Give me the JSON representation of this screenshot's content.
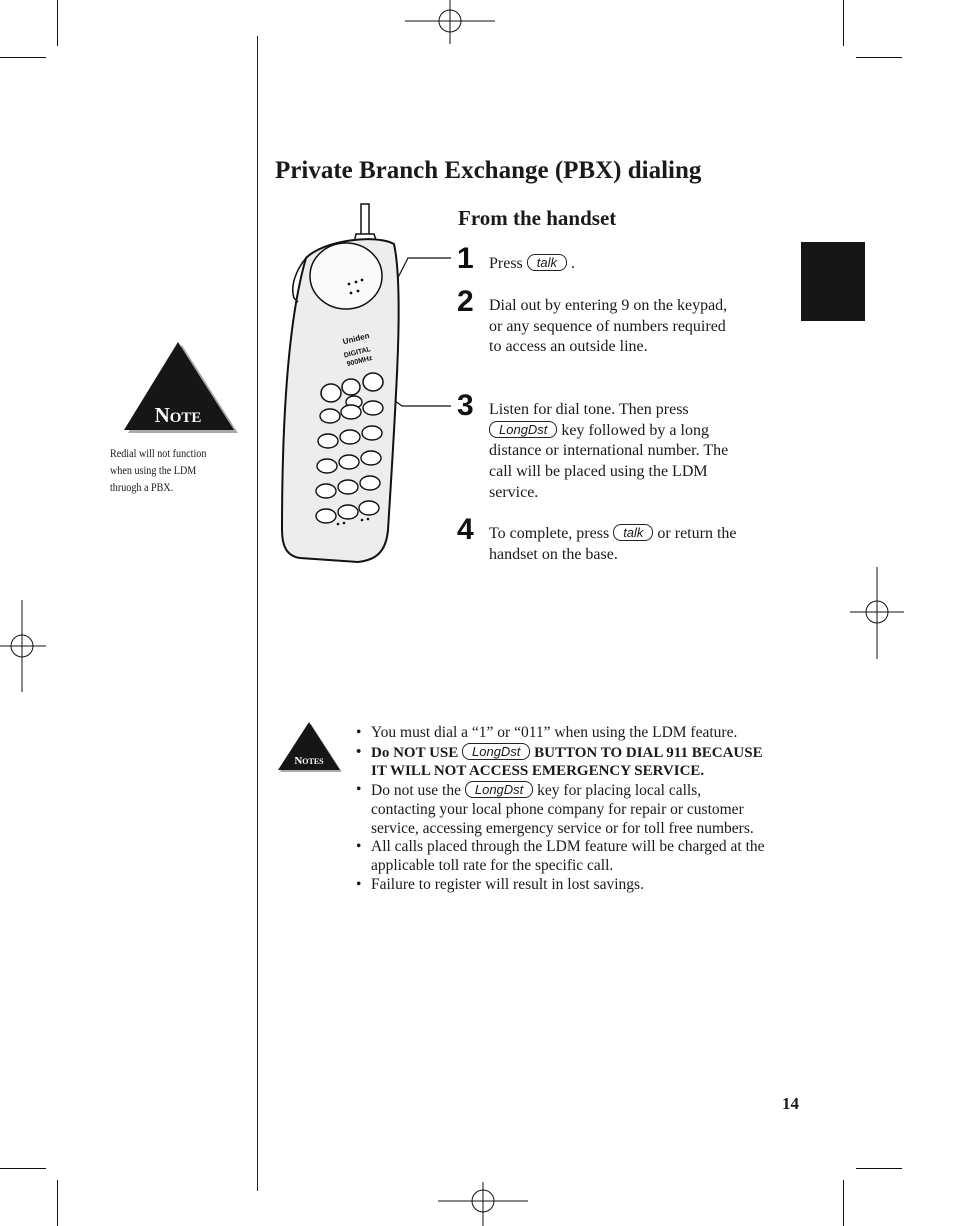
{
  "page": {
    "title": "Private Branch Exchange (PBX) dialing",
    "subtitle": "From the handset",
    "page_number": "14"
  },
  "side_note": {
    "badge_label": "Note",
    "text": "Redial will not function when using the LDM thruogh a PBX."
  },
  "handset_illustration": {
    "brand": "Uniden",
    "line1": "DIGITAL",
    "line2": "900MHz"
  },
  "steps": [
    {
      "number": "1",
      "before": "Press",
      "key": "talk",
      "after": "."
    },
    {
      "number": "2",
      "text": "Dial out by entering 9 on the keypad, or any sequence of numbers required to access an outside line."
    },
    {
      "number": "3",
      "before": "Listen for dial tone. Then press",
      "key": "LongDst",
      "after": "key followed by a long distance or international number. The call will be placed using the LDM service."
    },
    {
      "number": "4",
      "before": "To complete, press",
      "key": "talk",
      "after": "or return the handset on the base."
    }
  ],
  "notes": {
    "badge_label": "Notes",
    "items": [
      {
        "text": "You must dial a “1” or “011” when using the LDM feature."
      },
      {
        "before": "Do NOT USE",
        "key": "LongDst",
        "after": "BUTTON TO DIAL 911 BECAUSE IT WILL NOT ACCESS EMERGENCY SERVICE."
      },
      {
        "before": "Do not use the",
        "key": "LongDst",
        "after": "key for placing local calls, contacting your local phone company for repair or customer service, accessing emergency service or for toll free numbers."
      },
      {
        "text": "All calls placed through the LDM feature will be charged at the applicable toll rate for the specific call."
      },
      {
        "text": "Failure to register will result in lost savings."
      }
    ]
  }
}
